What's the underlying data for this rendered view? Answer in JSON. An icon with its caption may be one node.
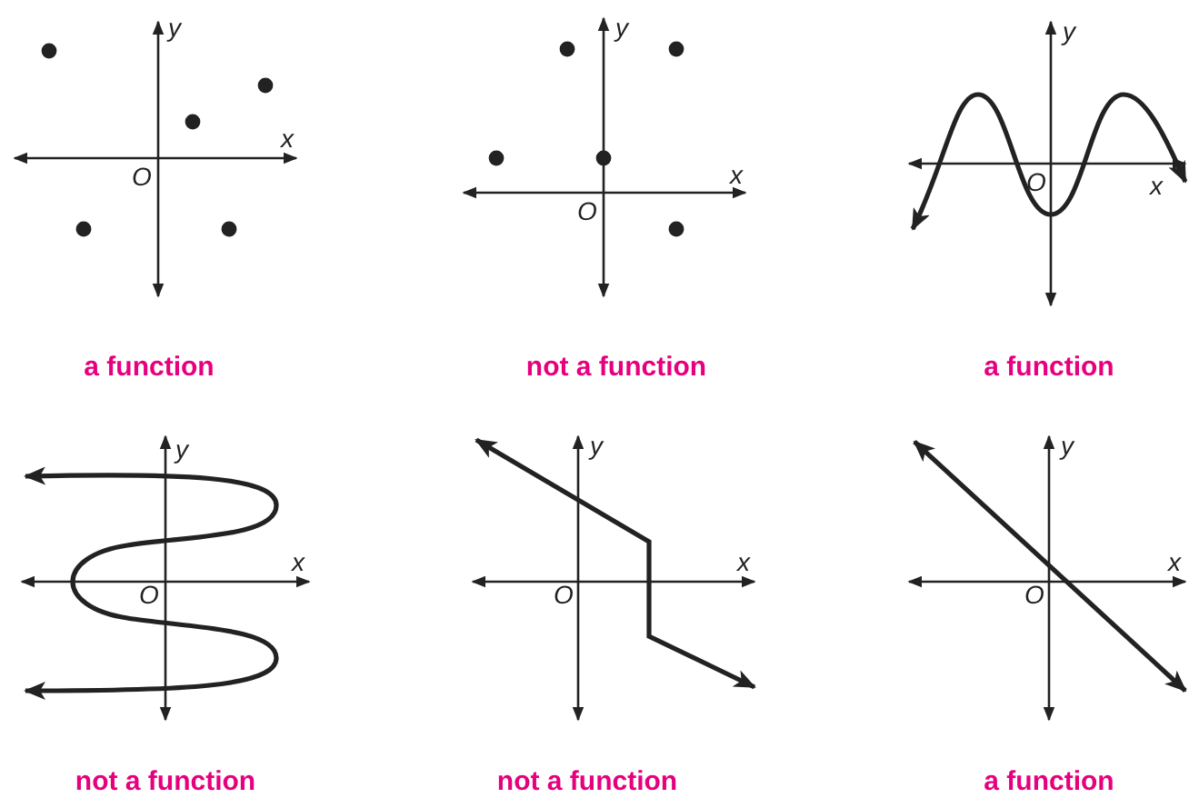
{
  "diagram": {
    "labels": [
      "y",
      "x",
      "O",
      "a function",
      "y",
      "x",
      "O",
      "not a function",
      "y",
      "x",
      "O",
      "a function",
      "y",
      "x",
      "O",
      "not a function",
      "y",
      "x",
      "O",
      "not a function",
      "y",
      "x",
      "O",
      "a function"
    ]
  }
}
